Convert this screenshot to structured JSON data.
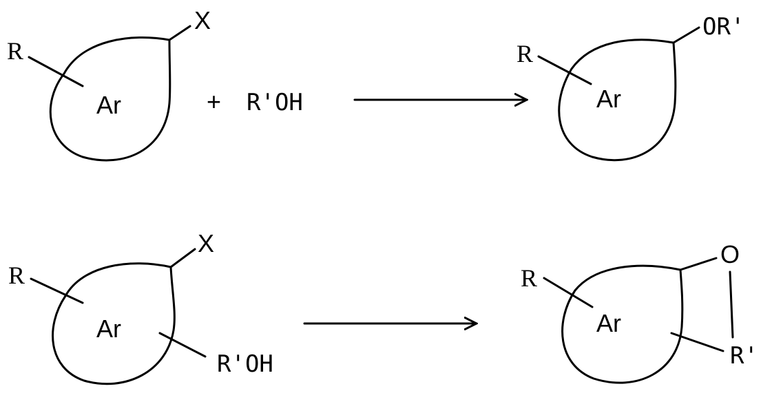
{
  "reactions": [
    {
      "reactant": {
        "substituent": "R",
        "ring": "Ar",
        "leaving_group": "X"
      },
      "operator": "+",
      "reagent": "R'OH",
      "product": {
        "substituent": "R",
        "ring": "Ar",
        "ether_group": "OR'"
      }
    },
    {
      "reactant": {
        "substituent": "R",
        "ring": "Ar",
        "leaving_group": "X",
        "tethered_group": "R'OH"
      },
      "product": {
        "substituent": "R",
        "ring": "Ar",
        "oxygen": "O",
        "tether": "R'"
      }
    }
  ]
}
